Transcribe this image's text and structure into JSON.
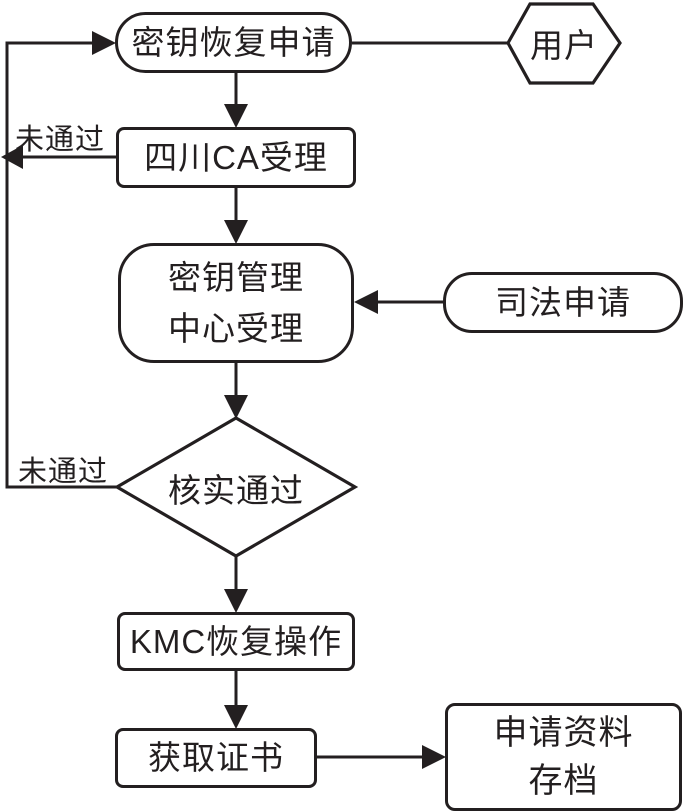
{
  "nodes": {
    "key_recovery_request": {
      "label": "密钥恢复申请"
    },
    "user": {
      "label": "用户"
    },
    "sichuan_ca": {
      "label": "四川CA受理"
    },
    "kmc_accept": {
      "line1": "密钥管理",
      "line2": "中心受理"
    },
    "judicial_request": {
      "label": "司法申请"
    },
    "verify_decision": {
      "label": "核实通过"
    },
    "kmc_operation": {
      "label": "KMC恢复操作"
    },
    "get_certificate": {
      "label": "获取证书"
    },
    "archive": {
      "line1": "申请资料",
      "line2": "存档"
    }
  },
  "edge_labels": {
    "ca_fail": "未通过",
    "verify_fail": "未通过"
  },
  "colors": {
    "line": "#231f20",
    "background": "#ffffff"
  }
}
